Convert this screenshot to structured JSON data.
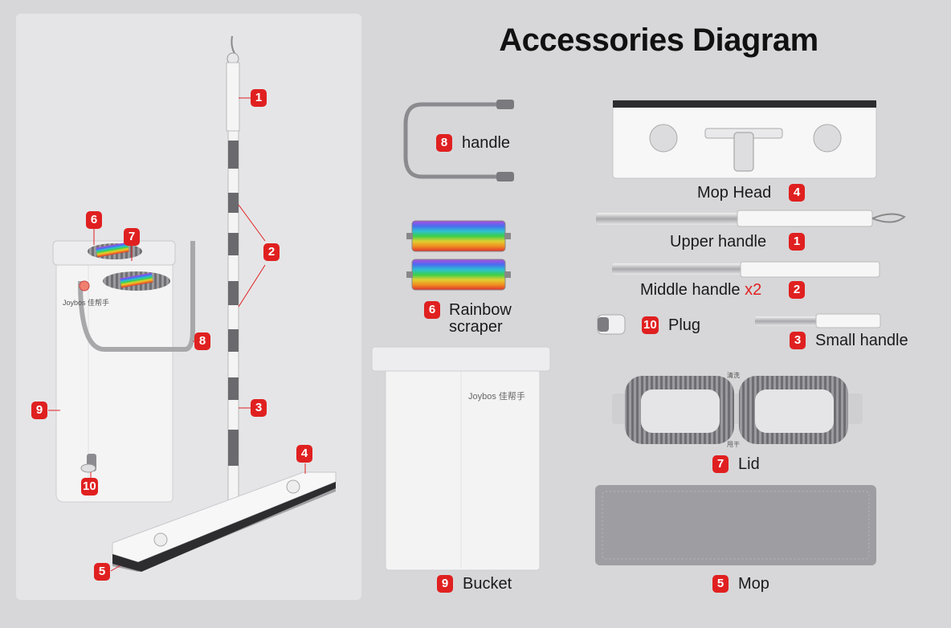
{
  "title": "Accessories Diagram",
  "callouts": {
    "c1": "1",
    "c2": "2",
    "c3": "3",
    "c4": "4",
    "c5": "5",
    "c6": "6",
    "c7": "7",
    "c8": "8",
    "c9": "9",
    "c10": "10"
  },
  "parts": {
    "handle": {
      "num": "8",
      "label": "handle"
    },
    "mop_head": {
      "num": "4",
      "label": "Mop Head"
    },
    "upper_handle": {
      "num": "1",
      "label": "Upper handle"
    },
    "middle_handle": {
      "num": "2",
      "label": "Middle handle",
      "qty": "x2"
    },
    "rainbow": {
      "num": "6",
      "label_line1": "Rainbow",
      "label_line2": "scraper"
    },
    "plug": {
      "num": "10",
      "label": "Plug"
    },
    "small_handle": {
      "num": "3",
      "label": "Small handle"
    },
    "lid": {
      "num": "7",
      "label": "Lid"
    },
    "bucket": {
      "num": "9",
      "label": "Bucket"
    },
    "mop": {
      "num": "5",
      "label": "Mop"
    }
  },
  "brand": {
    "bucket_logo": "Joybos 佳帮手",
    "small_logo": "Joybos 佳帮手",
    "lid_tag_top": "清洗",
    "lid_tag_bottom": "甩干"
  },
  "colors": {
    "accent": "#e02020",
    "background": "#d7d7d9",
    "panel": "#e5e5e7"
  }
}
